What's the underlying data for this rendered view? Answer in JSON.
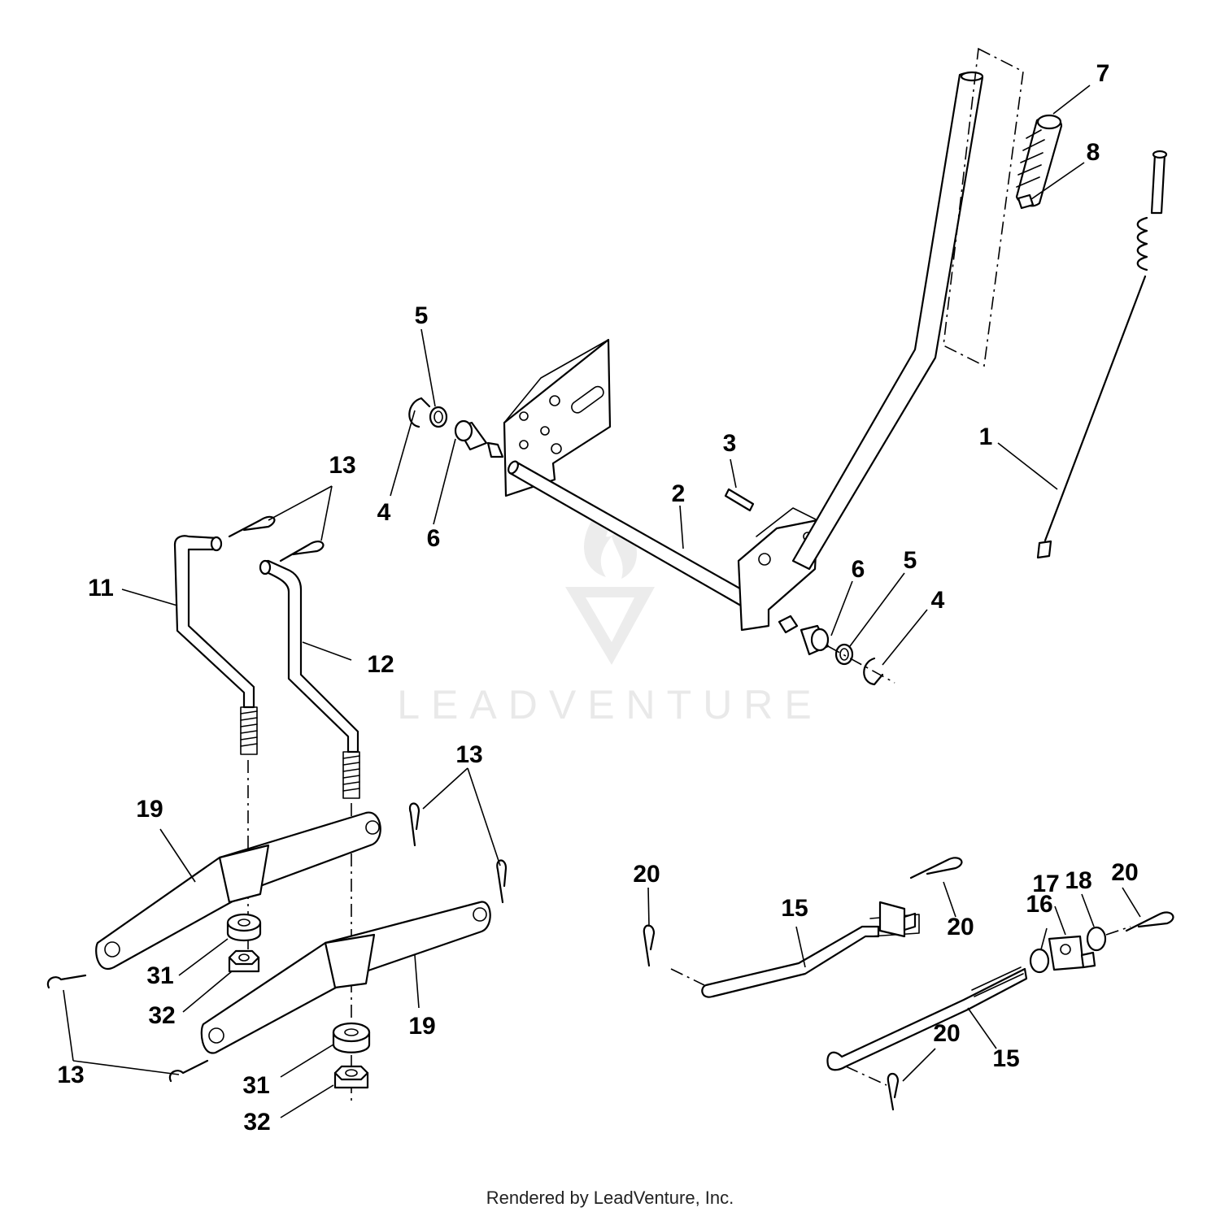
{
  "watermark": {
    "brand": "LEADVENTURE"
  },
  "credit": "Rendered by LeadVenture, Inc.",
  "callouts": [
    {
      "id": "c1",
      "label": "1"
    },
    {
      "id": "c2",
      "label": "2"
    },
    {
      "id": "c3",
      "label": "3"
    },
    {
      "id": "c4a",
      "label": "4"
    },
    {
      "id": "c4b",
      "label": "4"
    },
    {
      "id": "c5a",
      "label": "5"
    },
    {
      "id": "c5b",
      "label": "5"
    },
    {
      "id": "c6a",
      "label": "6"
    },
    {
      "id": "c6b",
      "label": "6"
    },
    {
      "id": "c7",
      "label": "7"
    },
    {
      "id": "c8",
      "label": "8"
    },
    {
      "id": "c11",
      "label": "11"
    },
    {
      "id": "c12",
      "label": "12"
    },
    {
      "id": "c13a",
      "label": "13"
    },
    {
      "id": "c13b",
      "label": "13"
    },
    {
      "id": "c13c",
      "label": "13"
    },
    {
      "id": "c15a",
      "label": "15"
    },
    {
      "id": "c15b",
      "label": "15"
    },
    {
      "id": "c16",
      "label": "16"
    },
    {
      "id": "c17",
      "label": "17"
    },
    {
      "id": "c18",
      "label": "18"
    },
    {
      "id": "c19a",
      "label": "19"
    },
    {
      "id": "c19b",
      "label": "19"
    },
    {
      "id": "c20a",
      "label": "20"
    },
    {
      "id": "c20b",
      "label": "20"
    },
    {
      "id": "c20c",
      "label": "20"
    },
    {
      "id": "c20d",
      "label": "20"
    },
    {
      "id": "c31a",
      "label": "31"
    },
    {
      "id": "c31b",
      "label": "31"
    },
    {
      "id": "c32a",
      "label": "32"
    },
    {
      "id": "c32b",
      "label": "32"
    }
  ]
}
